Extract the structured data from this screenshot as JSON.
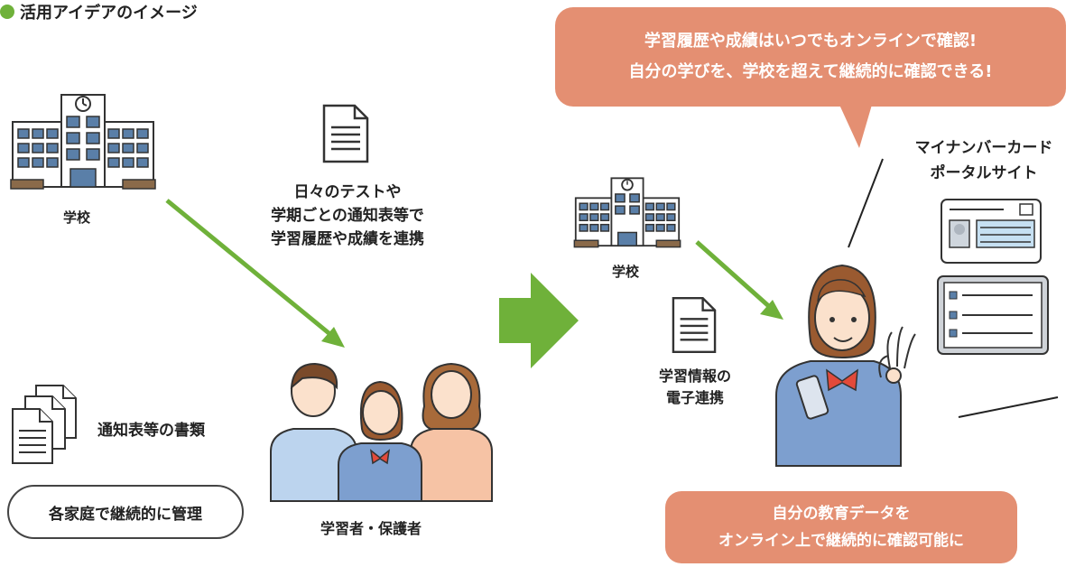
{
  "title": "活用アイデアのイメージ",
  "left": {
    "school_label": "学校",
    "flow_text": [
      "日々のテストや",
      "学期ごとの通知表等で",
      "学習履歴や成績を連携"
    ],
    "documents_label": "通知表等の書類",
    "manage_label": "各家庭で継続的に管理",
    "people_label": "学習者・保護者"
  },
  "right": {
    "callout_lines": [
      "学習履歴や成績はいつでもオンラインで確認!",
      "自分の学びを、学校を超えて継続的に確認できる!"
    ],
    "school_label": "学校",
    "digital_link_lines": [
      "学習情報の",
      "電子連携"
    ],
    "portal_lines": [
      "マイナンバーカード",
      "ポータルサイト"
    ],
    "result_lines": [
      "自分の教育データを",
      "オンライン上で継続的に確認可能に"
    ]
  },
  "colors": {
    "accent_green": "#6fb13a",
    "callout_salmon": "#e48f72"
  }
}
